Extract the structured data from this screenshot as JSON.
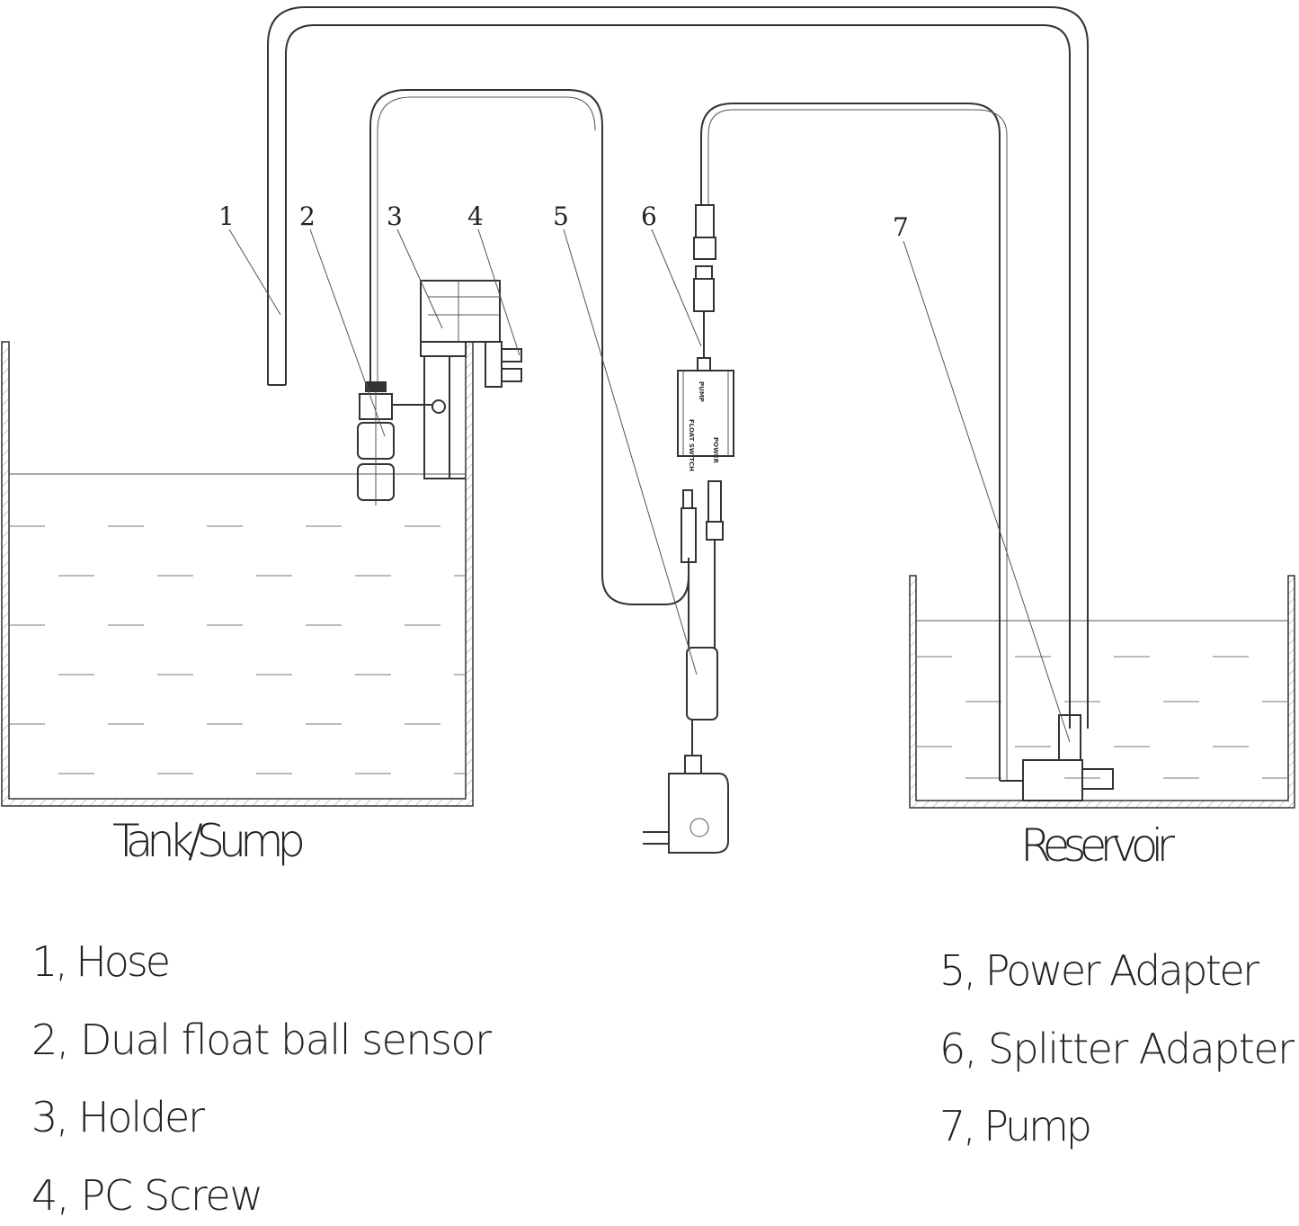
{
  "diagram": {
    "tank_label": "Tank/Sump",
    "reservoir_label": "Reservoir",
    "callout_numbers": [
      "1",
      "2",
      "3",
      "4",
      "5",
      "6",
      "7"
    ],
    "splitter_box": {
      "pump": "PUMP",
      "float_switch": "FLOAT SWITCH",
      "power": "POWER"
    }
  },
  "legend": {
    "left": [
      "1, Hose",
      "2, Dual float ball sensor",
      "3, Holder",
      "4, PC Screw"
    ],
    "right": [
      "5, Power Adapter",
      "6, Splitter Adapter",
      "7, Pump"
    ]
  }
}
